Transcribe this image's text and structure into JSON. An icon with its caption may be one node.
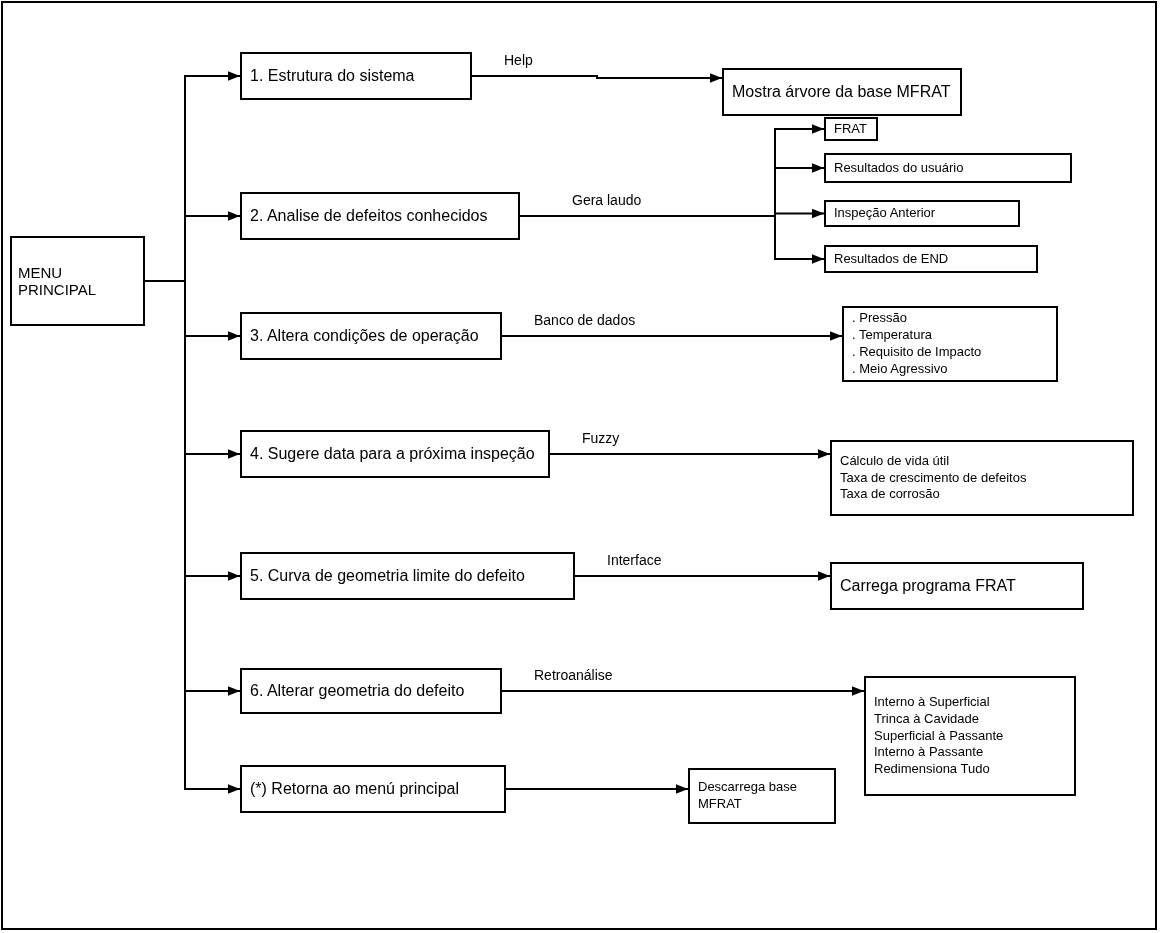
{
  "diagram": {
    "nodes": [
      {
        "text": [
          "MENU PRINCIPAL"
        ]
      },
      {
        "text": [
          "1. Estrutura do sistema"
        ]
      },
      {
        "text": [
          "Mostra árvore da base MFRAT"
        ]
      },
      {
        "text": [
          "2. Analise de defeitos conhecidos"
        ]
      },
      {
        "text": [
          "FRAT"
        ]
      },
      {
        "text": [
          "Resultados do usuário"
        ]
      },
      {
        "text": [
          "Inspeção Anterior"
        ]
      },
      {
        "text": [
          "Resultados de END"
        ]
      },
      {
        "text": [
          "3. Altera condições de operação"
        ]
      },
      {
        "text": [
          ". Pressão",
          ". Temperatura",
          ". Requisito de Impacto",
          ". Meio Agressivo"
        ]
      },
      {
        "text": [
          "4. Sugere data para a próxima inspeção"
        ]
      },
      {
        "text": [
          "Cálculo de vida útil",
          "Taxa de crescimento de defeitos",
          "Taxa de corrosão"
        ]
      },
      {
        "text": [
          "5. Curva de geometria limite do defeito"
        ]
      },
      {
        "text": [
          "Carrega programa FRAT"
        ]
      },
      {
        "text": [
          "6. Alterar geometria do defeito"
        ]
      },
      {
        "text": [
          "Interno à Superficial",
          "Trinca à Cavidade",
          "Superficial à Passante",
          "Interno à Passante",
          "Redimensiona Tudo"
        ]
      },
      {
        "text": [
          "(*) Retorna ao menú principal"
        ]
      },
      {
        "text": [
          "Descarrega base MFRAT"
        ]
      }
    ],
    "edges": [
      {
        "from": 0,
        "to": 1,
        "arrow": "to"
      },
      {
        "from": 0,
        "to": 3,
        "arrow": "to"
      },
      {
        "from": 0,
        "to": 8,
        "arrow": "to"
      },
      {
        "from": 0,
        "to": 10,
        "arrow": "to"
      },
      {
        "from": 0,
        "to": 12,
        "arrow": "to"
      },
      {
        "from": 0,
        "to": 14,
        "arrow": "to"
      },
      {
        "from": 0,
        "to": 16,
        "arrow": "to"
      },
      {
        "from": 1,
        "to": 2,
        "arrow": "to",
        "label": "Help"
      },
      {
        "from": 3,
        "to": 4,
        "arrow": "to"
      },
      {
        "from": 3,
        "to": 5,
        "arrow": "to"
      },
      {
        "from": 3,
        "to": 6,
        "arrow": "to",
        "label": "Gera laudo"
      },
      {
        "from": 3,
        "to": 7,
        "arrow": "to"
      },
      {
        "from": 8,
        "to": 9,
        "arrow": "to",
        "label": "Banco de dados"
      },
      {
        "from": 10,
        "to": 11,
        "arrow": "to",
        "label": "Fuzzy"
      },
      {
        "from": 12,
        "to": 13,
        "arrow": "to",
        "label": "Interface"
      },
      {
        "from": 14,
        "to": 15,
        "arrow": "to",
        "label": "Retroanálise"
      },
      {
        "from": 16,
        "to": 17,
        "arrow": "to"
      }
    ]
  }
}
